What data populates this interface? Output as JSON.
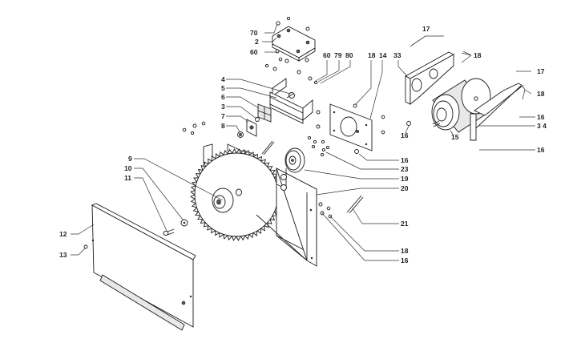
{
  "diagram": {
    "type": "exploded-parts-diagram",
    "subject": "saw blade housing and motor assembly",
    "callouts": [
      {
        "id": "c70",
        "label": "70"
      },
      {
        "id": "c2",
        "label": "2"
      },
      {
        "id": "c60a",
        "label": "60"
      },
      {
        "id": "c60b",
        "label": "60"
      },
      {
        "id": "c79",
        "label": "79"
      },
      {
        "id": "c80",
        "label": "80"
      },
      {
        "id": "c4",
        "label": "4"
      },
      {
        "id": "c5",
        "label": "5"
      },
      {
        "id": "c6",
        "label": "6"
      },
      {
        "id": "c3",
        "label": "3"
      },
      {
        "id": "c7",
        "label": "7"
      },
      {
        "id": "c8",
        "label": "8"
      },
      {
        "id": "c18a",
        "label": "18"
      },
      {
        "id": "c14",
        "label": "14"
      },
      {
        "id": "c33",
        "label": "33"
      },
      {
        "id": "c17a",
        "label": "17"
      },
      {
        "id": "c18b",
        "label": "18"
      },
      {
        "id": "c17b",
        "label": "17"
      },
      {
        "id": "c18c",
        "label": "18"
      },
      {
        "id": "c16a",
        "label": "16"
      },
      {
        "id": "c34",
        "label": "3 4"
      },
      {
        "id": "c16b",
        "label": "16"
      },
      {
        "id": "c15",
        "label": "15"
      },
      {
        "id": "c16c",
        "label": "16"
      },
      {
        "id": "c16d",
        "label": "16"
      },
      {
        "id": "c23",
        "label": "23"
      },
      {
        "id": "c19",
        "label": "19"
      },
      {
        "id": "c20",
        "label": "20"
      },
      {
        "id": "c21",
        "label": "21"
      },
      {
        "id": "c18d",
        "label": "18"
      },
      {
        "id": "c16e",
        "label": "16"
      },
      {
        "id": "c9",
        "label": "9"
      },
      {
        "id": "c10",
        "label": "10"
      },
      {
        "id": "c11",
        "label": "11"
      },
      {
        "id": "c12",
        "label": "12"
      },
      {
        "id": "c13",
        "label": "13"
      }
    ]
  }
}
